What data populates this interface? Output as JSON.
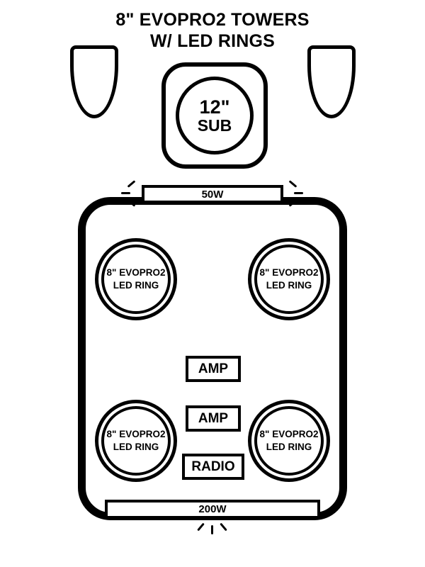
{
  "title": {
    "line1": "8\" EVOPRO2 TOWERS",
    "line2": "W/ LED RINGS"
  },
  "sub": {
    "size": "12\"",
    "label": "SUB"
  },
  "top_bar": {
    "label": "50W"
  },
  "bottom_bar": {
    "label": "200W"
  },
  "speakers": [
    {
      "line1": "8\" EVOPRO2",
      "line2": "LED RING"
    },
    {
      "line1": "8\" EVOPRO2",
      "line2": "LED RING"
    },
    {
      "line1": "8\" EVOPRO2",
      "line2": "LED RING"
    },
    {
      "line1": "8\" EVOPRO2",
      "line2": "LED RING"
    }
  ],
  "components": {
    "amp1": "AMP",
    "amp2": "AMP",
    "radio": "RADIO"
  },
  "colors": {
    "line": "#000000",
    "background": "#ffffff"
  }
}
